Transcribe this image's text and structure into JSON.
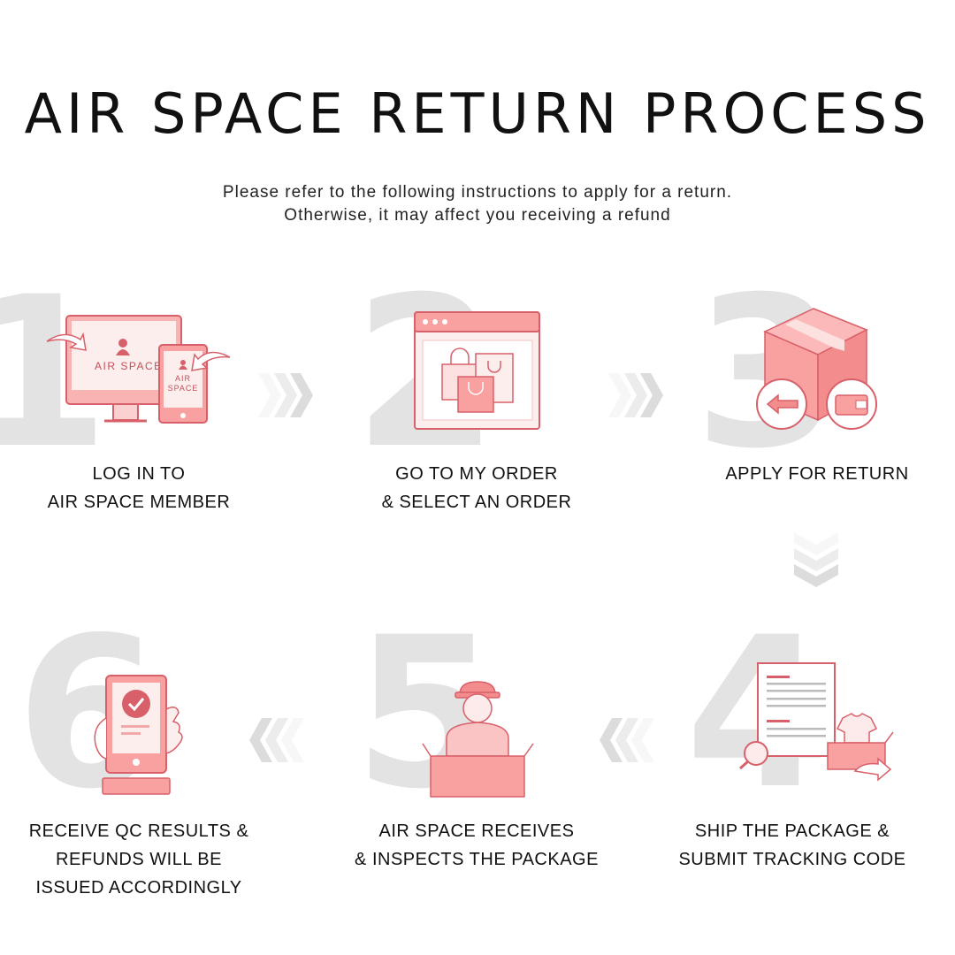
{
  "title": "AIR SPACE RETURN PROCESS",
  "subtitle": [
    "Please refer to the following instructions to apply for a return.",
    "Otherwise, it may affect you receiving a refund"
  ],
  "colors": {
    "fill": "#f9a1a1",
    "stroke": "#d8606a",
    "light": "#fdeaea",
    "number": "#e3e3e3"
  },
  "steps": [
    {
      "number": "1",
      "lines": [
        "LOG IN TO",
        "AIR SPACE MEMBER"
      ],
      "icon": "desktop-and-phone-login-icon",
      "brand_desktop": "AIR SPACE",
      "brand_phone": [
        "AIR",
        "SPACE"
      ]
    },
    {
      "number": "2",
      "lines": [
        "GO TO MY ORDER",
        "& SELECT AN ORDER"
      ],
      "icon": "browser-shopping-bags-icon"
    },
    {
      "number": "3",
      "lines": [
        "APPLY FOR RETURN"
      ],
      "icon": "box-return-refund-icon"
    },
    {
      "number": "4",
      "lines": [
        "SHIP THE PACKAGE &",
        "SUBMIT TRACKING CODE"
      ],
      "icon": "document-package-ship-icon"
    },
    {
      "number": "5",
      "lines": [
        "AIR SPACE RECEIVES",
        "& INSPECTS THE PACKAGE"
      ],
      "icon": "worker-inspect-box-icon"
    },
    {
      "number": "6",
      "lines": [
        "RECEIVE QC RESULTS &",
        "REFUNDS WILL BE",
        "ISSUED ACCORDINGLY"
      ],
      "icon": "phone-check-icon"
    }
  ]
}
